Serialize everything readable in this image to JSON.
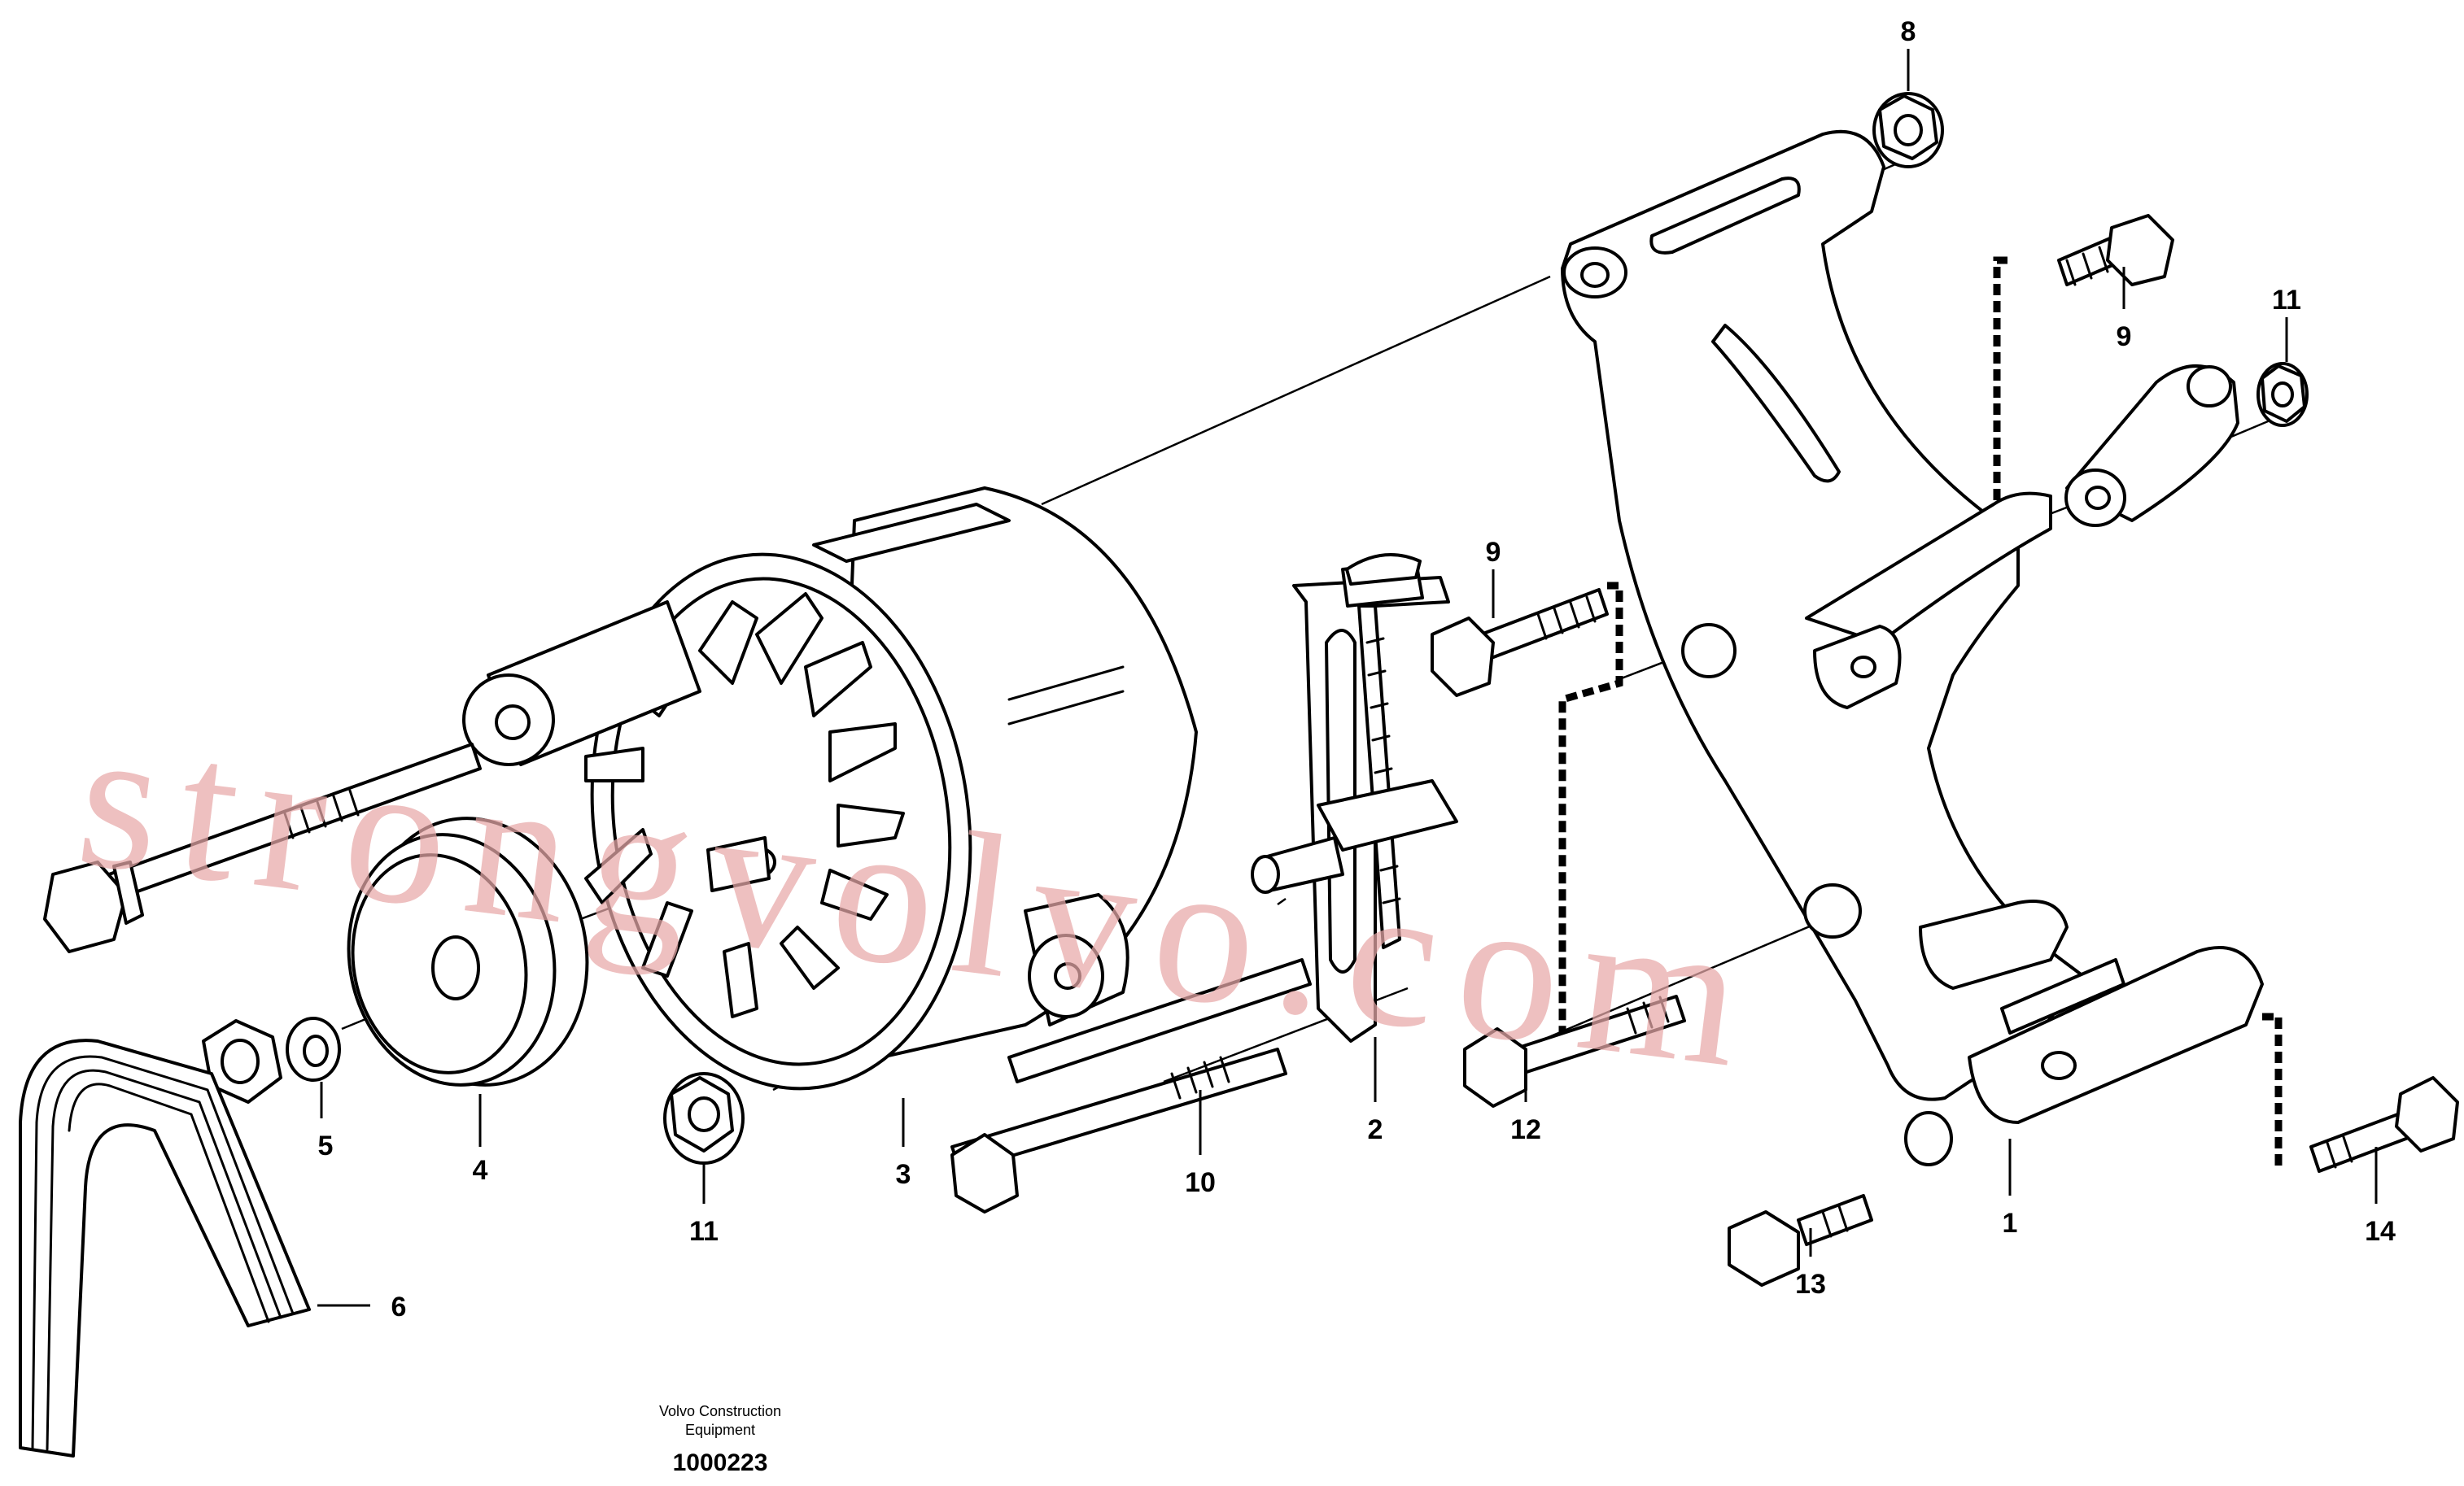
{
  "diagram": {
    "callouts": [
      "8",
      "9",
      "11",
      "9",
      "2",
      "12",
      "10",
      "11",
      "3",
      "4",
      "5",
      "6",
      "13",
      "1",
      "14"
    ],
    "publisher_line1": "Volvo Construction",
    "publisher_line2": "Equipment",
    "document_number": "1000223",
    "watermark": "strongvolvo.com"
  }
}
